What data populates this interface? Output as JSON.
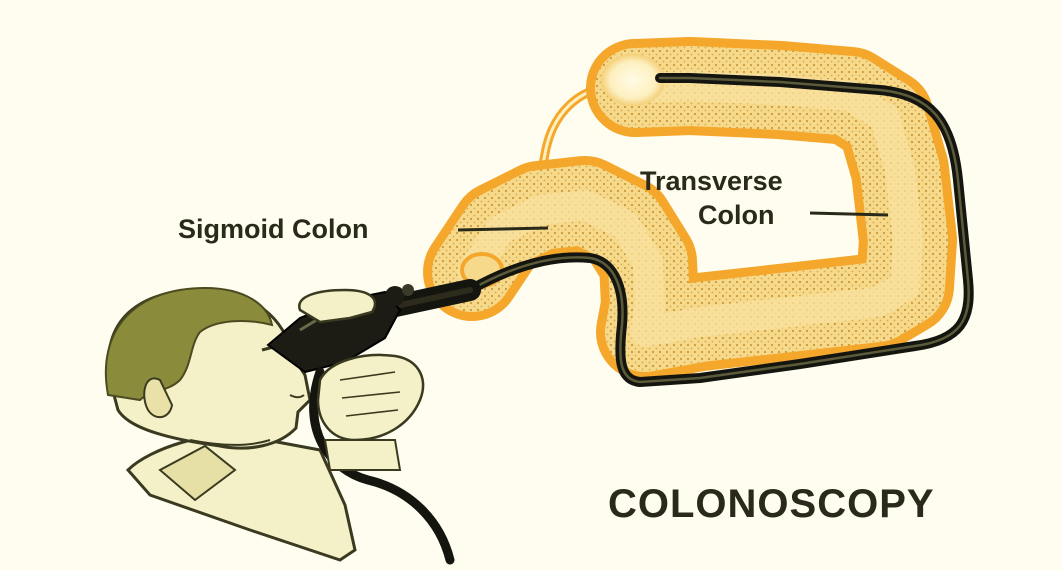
{
  "labels": {
    "sigmoid": "Sigmoid Colon",
    "transverse_line1": "Transverse",
    "transverse_line2": "Colon"
  },
  "title": "COLONOSCOPY",
  "colors": {
    "background": "#fefdf0",
    "colon_outer": "#f4a72a",
    "colon_inner": "#f6d98a",
    "scope": "#151510",
    "skin": "#f4f0c8",
    "hair": "#8a8c3c",
    "label_text": "#2a2a1a"
  }
}
